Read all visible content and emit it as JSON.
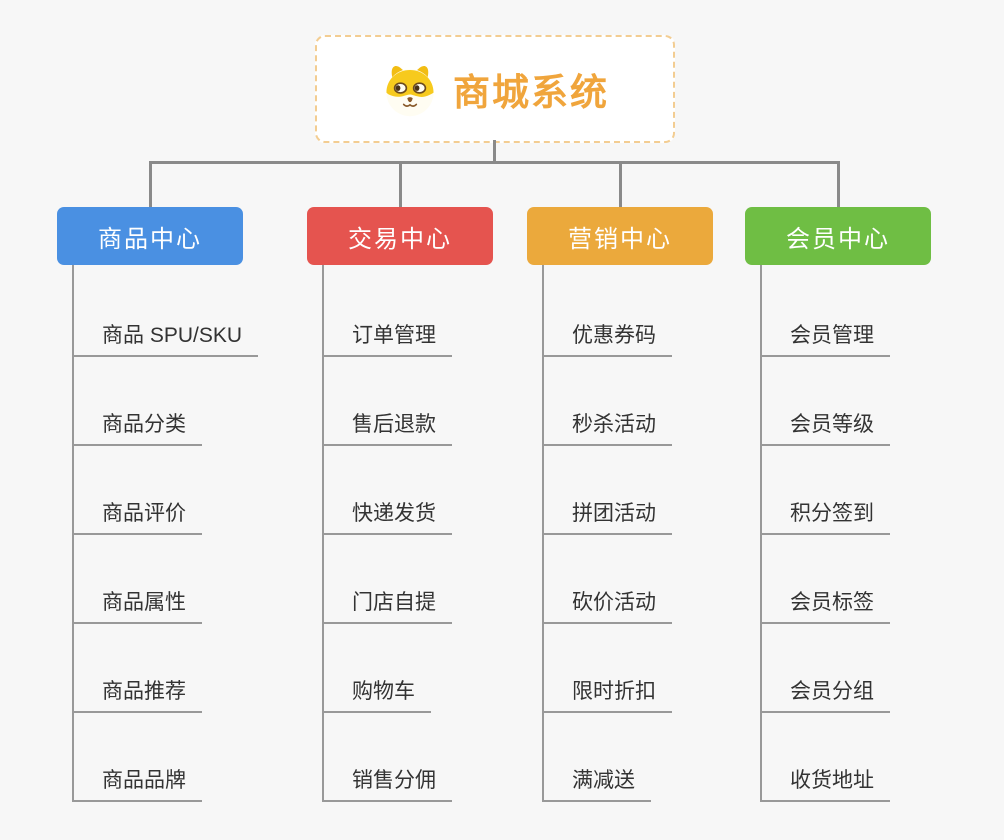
{
  "root": {
    "title": "商城系统",
    "icon": "dog-face-icon"
  },
  "branches": [
    {
      "label": "商品中心",
      "color": "#4a90e2",
      "children": [
        "商品 SPU/SKU",
        "商品分类",
        "商品评价",
        "商品属性",
        "商品推荐",
        "商品品牌"
      ]
    },
    {
      "label": "交易中心",
      "color": "#e5544f",
      "children": [
        "订单管理",
        "售后退款",
        "快递发货",
        "门店自提",
        "购物车",
        "销售分佣"
      ]
    },
    {
      "label": "营销中心",
      "color": "#eba93c",
      "children": [
        "优惠券码",
        "秒杀活动",
        "拼团活动",
        "砍价活动",
        "限时折扣",
        "满减送"
      ]
    },
    {
      "label": "会员中心",
      "color": "#6fbe44",
      "children": [
        "会员管理",
        "会员等级",
        "积分签到",
        "会员标签",
        "会员分组",
        "收货地址"
      ]
    }
  ],
  "colors": {
    "background": "#f7f7f7",
    "connector": "#8a8a8a",
    "child_line": "#999999",
    "child_text": "#333333",
    "root_border": "#f3cd92",
    "root_text": "#f0a53c",
    "dog_yellow": "#f7ca1d",
    "dog_brown": "#8a5b2b"
  }
}
